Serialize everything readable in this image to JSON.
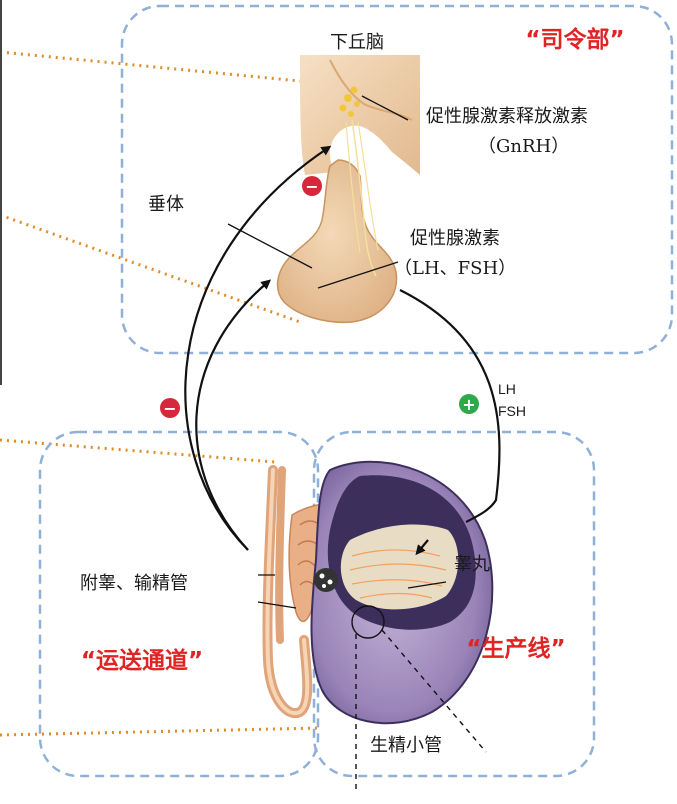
{
  "colors": {
    "panel_border": "#8fb0d8",
    "red_title": "#e02424",
    "inhibit": "#d6283a",
    "stimulate": "#2ea84a",
    "leader": "#e08a2a",
    "brain_tissue": "#f0cfa6",
    "pituitary": "#e8c29a",
    "testis_purple": "#9d88b8",
    "testis_dark": "#3d2f5c",
    "epididymis": "#e0a47a",
    "arrow": "#111111"
  },
  "panels": {
    "top": {
      "title": "“司令部”"
    },
    "left": {
      "title": "“运送通道”"
    },
    "right": {
      "title": "“生产线”"
    }
  },
  "labels": {
    "hypothalamus": "下丘脑",
    "gnrh_line1": "促性腺激素释放激素",
    "gnrh_line2": "（GnRH）",
    "pituitary": "垂体",
    "gonadotropin_line1": "促性腺激素",
    "gonadotropin_line2": "（LH、FSH）",
    "lh": "LH",
    "fsh": "FSH",
    "epididymis": "附睾、输精管",
    "testis": "睾丸",
    "tubule": "生精小管"
  },
  "icons": {
    "inhibit": "minus-circle-icon",
    "stimulate": "plus-circle-icon",
    "inhibit_symbol": "−",
    "stimulate_symbol": "+"
  }
}
